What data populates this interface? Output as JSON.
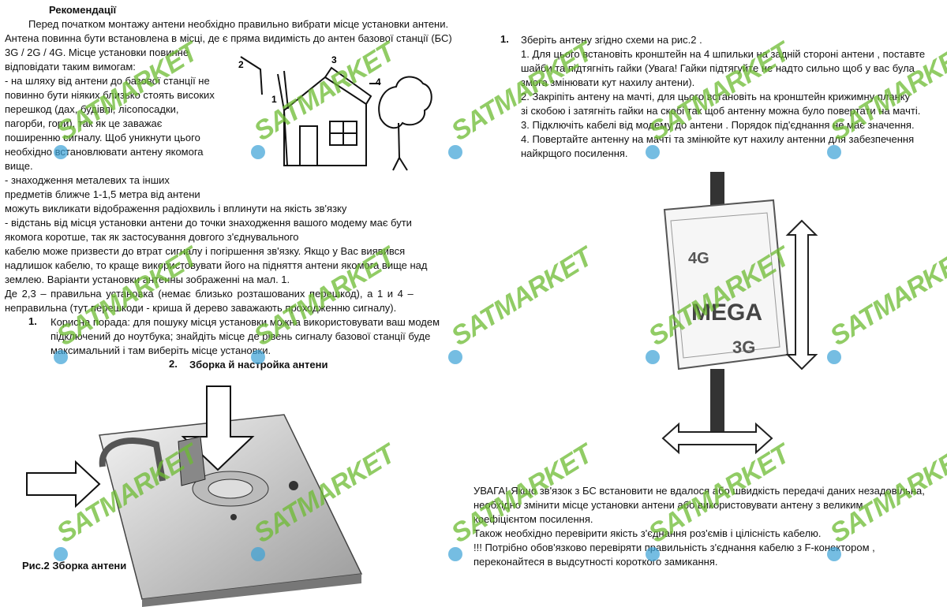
{
  "left": {
    "heading": "Рекомендації",
    "lines": [
      "Перед початком монтажу антени необхідно правильно вибрати місце установки антени.",
      " Антена повинна бути встановлена в місці, де є пряма видимість до антен базової станції (БС)",
      "3G / 2G / 4G. Місце установки повинне",
      "відповідати таким вимогам:",
      "- на шляху від антени до базової станції не",
      "повинно бути ніяких близько стоять високих",
      "перешкод (дах, будівлі, лісопосадки,",
      "пагорби, гори), так як це заважає",
      "поширенню сигналу. Щоб уникнути цього",
      "необхідно встановлювати антену якомога",
      "вище.",
      "- знаходження металевих та інших",
      "предметів ближче 1-1,5 метра від антени",
      "можуть викликати відображення радіохвиль і вплинути на якість зв'язку",
      "- відстань від місця установки антени до точки знаходження вашого модему має бути",
      "якомога коротше, так як застосування довгого з'єднувального",
      "кабелю може призвести до втрат сигналу і погіршення зв'язку. Якщо у Вас виявився",
      "надлишок кабелю, то краще використовувати його на підняття антени якомога вище над",
      "землею. Варіанти установки антенны зображенні на мал. 1.",
      "Де 2,3 – правильна установка (немає близько розташованих перешкод), а 1 и 4 –",
      "неправильна (тут перешкоди - криша й дерево заважають проходженню сигналу)."
    ],
    "tip_number": "1.",
    "tip_lines": [
      "Корисна порада: для пошуку місця установки можна використовувати ваш модем",
      "підключений до ноутбука; знайдіть місце де рівень сигналу базової станції буде",
      "максимальний і там виберіть місце установки."
    ],
    "section_number": "2.",
    "section_title": "Зборка й настройка антени",
    "figure_caption": "Рис.2 Зборка антени",
    "house_labels": [
      "2",
      "1",
      "3",
      "4"
    ]
  },
  "right": {
    "step_number": "1.",
    "step_title": "Зберіть антену згідно схеми  на рис.2 .",
    "steps": [
      "1. Для цього встановіть кронштейн на 4 шпильки на задній стороні антени , поставте",
      "шайби та підтягніть гайки (Увага! Гайки підтягуйте не надто сильно щоб у вас була",
      "змога змінювати кут нахилу антени).",
      "2. Закріпіть антену на мачті, для цього  встановіть на кронштейн крижимну планку",
      "зі скобою і затягніть гайки на скобі так щоб антенну можна було повертати на мачті.",
      "3. Підключіть кабелі від модему до антени . Порядок під'єднання не має значення.",
      "4. Повертайте антенну на мачті та змінюйте кут нахилу антенни для забезпечення",
      "найкрщого посилення."
    ],
    "antenna_labels": [
      "4G",
      "MEGA",
      "3G"
    ],
    "warning_lines": [
      "УВАГА! Якщо зв'язок з БС встановити не вдалося або швидкість передачі даних незадовільна,",
      "необхідно змінити місце установки антени або використовувати антену з великим",
      "коефіцієнтом посилення.",
      "Також необхідно перевірити якість з'єднання роз'ємів і цілісність кабелю.",
      "!!! Потрібно обов'язково перевіряти правильність з'єднання кабелю з F-конектором ,",
      "переконайтеся в выдсутності короткого замикання."
    ]
  },
  "watermark": {
    "text": "SATMARKET",
    "color": "#6dbb32"
  }
}
